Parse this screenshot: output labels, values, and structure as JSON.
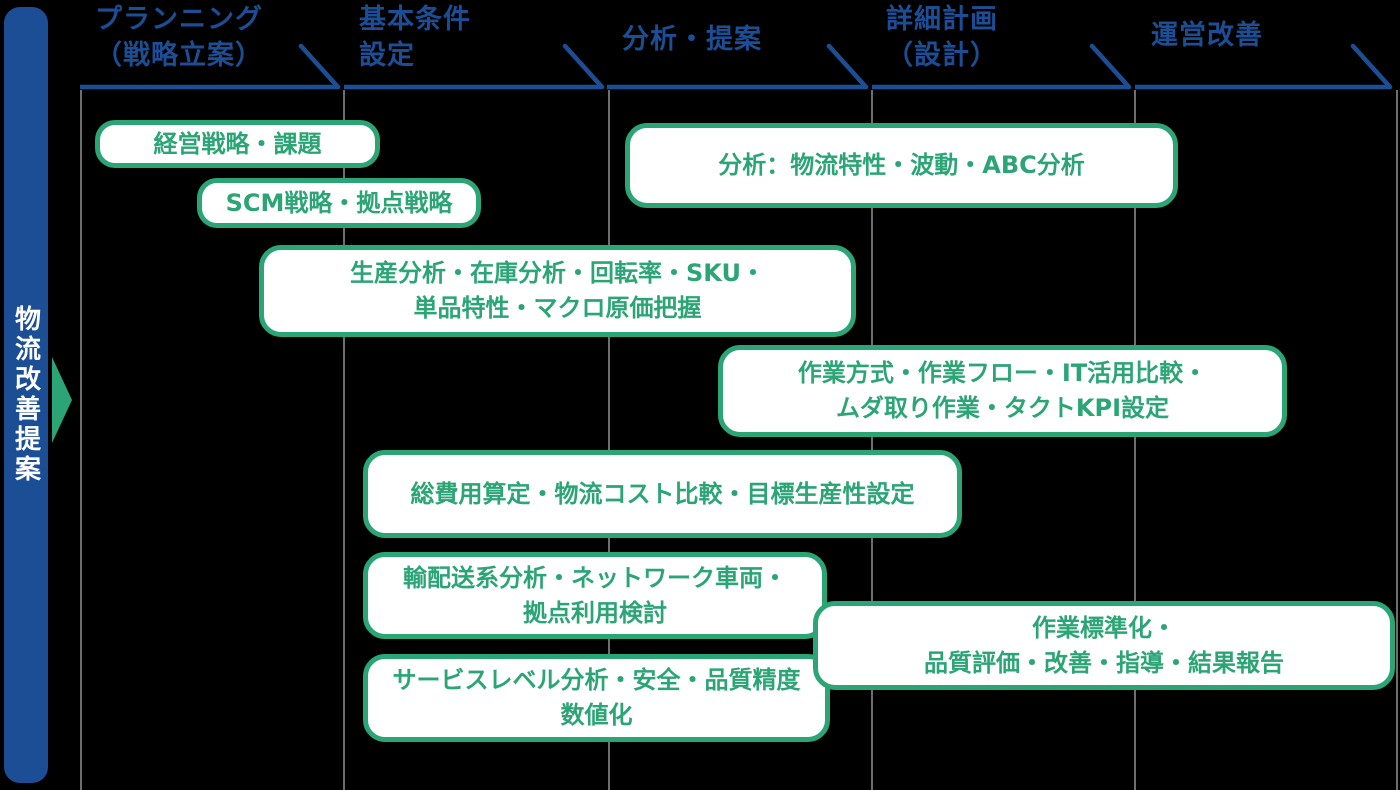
{
  "sidebar": {
    "label": "物流改善提案"
  },
  "columns": [
    {
      "label": "プランニング\n（戦略立案）"
    },
    {
      "label": "基本条件\n設定"
    },
    {
      "label": "分析・提案"
    },
    {
      "label": "詳細計画\n（設計）"
    },
    {
      "label": "運営改善"
    }
  ],
  "boxes": [
    {
      "text": "経営戦略・課題"
    },
    {
      "text": "SCM戦略・拠点戦略"
    },
    {
      "text": "生産分析・在庫分析・回転率・SKU・\n単品特性・マクロ原価把握"
    },
    {
      "text": "分析：物流特性・波動・ABC分析"
    },
    {
      "text": "作業方式・作業フロー・IT活用比較・\nムダ取り作業・タクトKPI設定"
    },
    {
      "text": "総費用算定・物流コスト比較・目標生産性設定"
    },
    {
      "text": "輸配送系分析・ネットワーク車両・\n拠点利用検討"
    },
    {
      "text": "サービスレベル分析・安全・品質精度\n数値化"
    },
    {
      "text": "作業標準化・\n品質評価・改善・指導・結果報告"
    }
  ],
  "colors": {
    "blue": "#1C4E96",
    "green": "#2CA576",
    "line_gray": "#8A8A8A",
    "box_bg": "#FFFFFF",
    "background": "#000000",
    "bar_text": "#FFFFFF"
  }
}
